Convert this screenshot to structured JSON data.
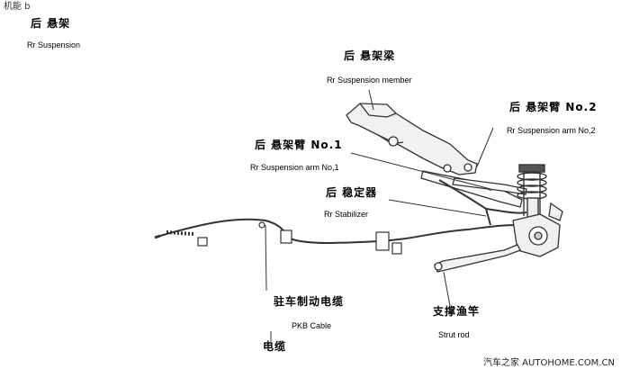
{
  "corner_text": "机能 b",
  "title": {
    "zh": "后  悬架",
    "en": "Rr Suspension"
  },
  "labels": {
    "member": {
      "zh": "后  悬架梁",
      "en": "Rr Suspension member"
    },
    "arm2": {
      "zh": "后  悬架臂  No.2",
      "en": "Rr Suspension arm No,2"
    },
    "arm1": {
      "zh": "后  悬架臂  No.1",
      "en": "Rr Suspension arm No,1"
    },
    "stabilizer": {
      "zh": "后  稳定器",
      "en": "Rr Stabilizer"
    },
    "pkb": {
      "zh": "驻车制动电缆",
      "en": "PKB Cable",
      "zh2": "电缆"
    },
    "strut": {
      "zh": "支撑渔竿",
      "en": "Strut rod"
    }
  },
  "watermark": "汽车之家 AUTOHOME.COM.CN"
}
